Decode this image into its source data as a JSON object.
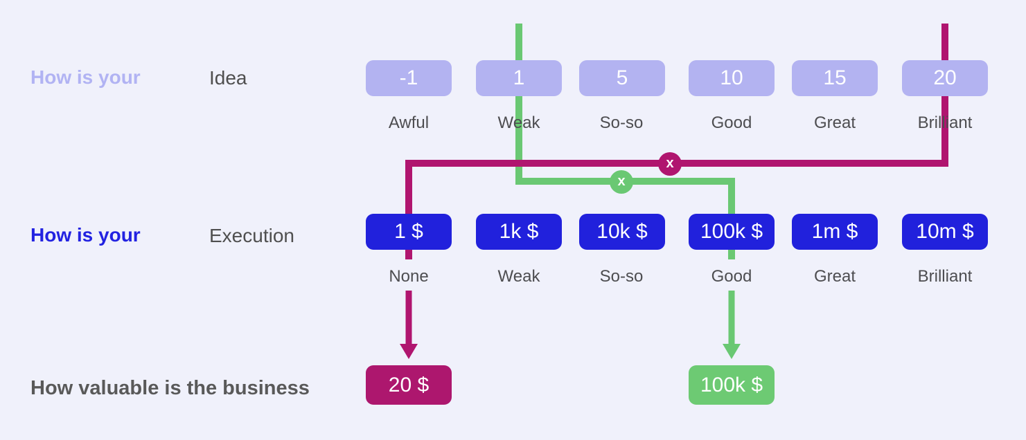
{
  "colors": {
    "background": "#f0f1fb",
    "idea_box": "#b3b3f1",
    "idea_heading": "#b1b3f3",
    "execution_box": "#2121dc",
    "execution_heading": "#2222e1",
    "crimson_line": "#b0156f",
    "crimson_result_box": "#ad176e",
    "green_line": "#6ac873",
    "green_result_box": "#6dca73",
    "label_text": "#4d4d50"
  },
  "rows": {
    "idea": {
      "prefix": "How is your",
      "title": "Idea",
      "boxes": [
        {
          "value": "-1",
          "label": "Awful"
        },
        {
          "value": "1",
          "label": "Weak"
        },
        {
          "value": "5",
          "label": "So-so"
        },
        {
          "value": "10",
          "label": "Good"
        },
        {
          "value": "15",
          "label": "Great"
        },
        {
          "value": "20",
          "label": "Brilliant"
        }
      ]
    },
    "execution": {
      "prefix": "How is your",
      "title": "Execution",
      "boxes": [
        {
          "value": "1 $",
          "label": "None"
        },
        {
          "value": "1k $",
          "label": "Weak"
        },
        {
          "value": "10k $",
          "label": "So-so"
        },
        {
          "value": "100k $",
          "label": "Good"
        },
        {
          "value": "1m $",
          "label": "Great"
        },
        {
          "value": "10m $",
          "label": "Brilliant"
        }
      ]
    },
    "result": {
      "title": "How valuable is the business",
      "crimson_value": "20 $",
      "green_value": "100k $"
    }
  },
  "markers": {
    "crimson_multiply": "x",
    "green_multiply": "x"
  }
}
